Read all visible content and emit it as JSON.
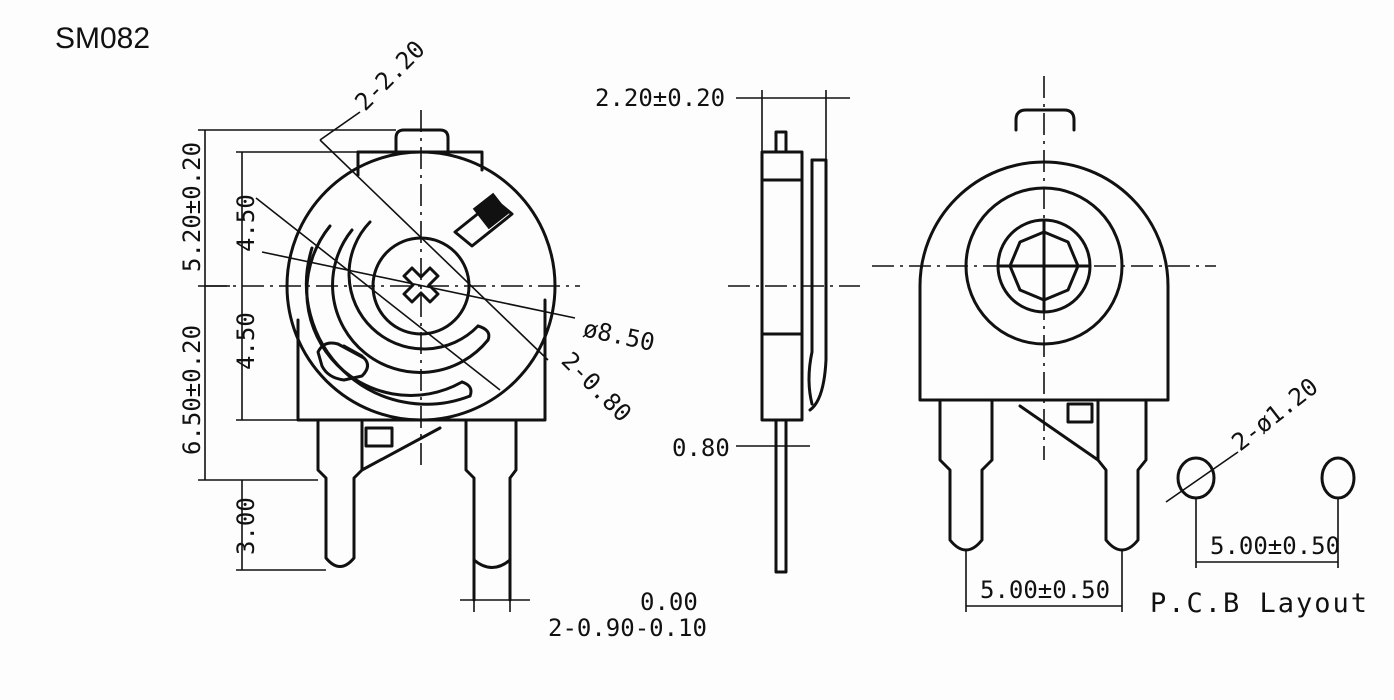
{
  "title": "SM082",
  "dims": {
    "hole_dia": "2-2.20",
    "upper_height": "5.20±0.20",
    "upper_inner": "4.50",
    "lower_inner": "4.50",
    "lower_height": "6.50±0.20",
    "body_dia": "ø8.50",
    "slot_width": "2-0.80",
    "pin_length": "3.00",
    "tol_upper": "0.00",
    "pin_width": "2-0.90-0.10",
    "thickness": "2.20±0.20",
    "pin_thickness": "0.80",
    "pitch_rear": "5.00±0.50",
    "pcb_hole": "2-ø1.20",
    "pcb_pitch": "5.00±0.50"
  },
  "pcb_label": "P.C.B Layout"
}
